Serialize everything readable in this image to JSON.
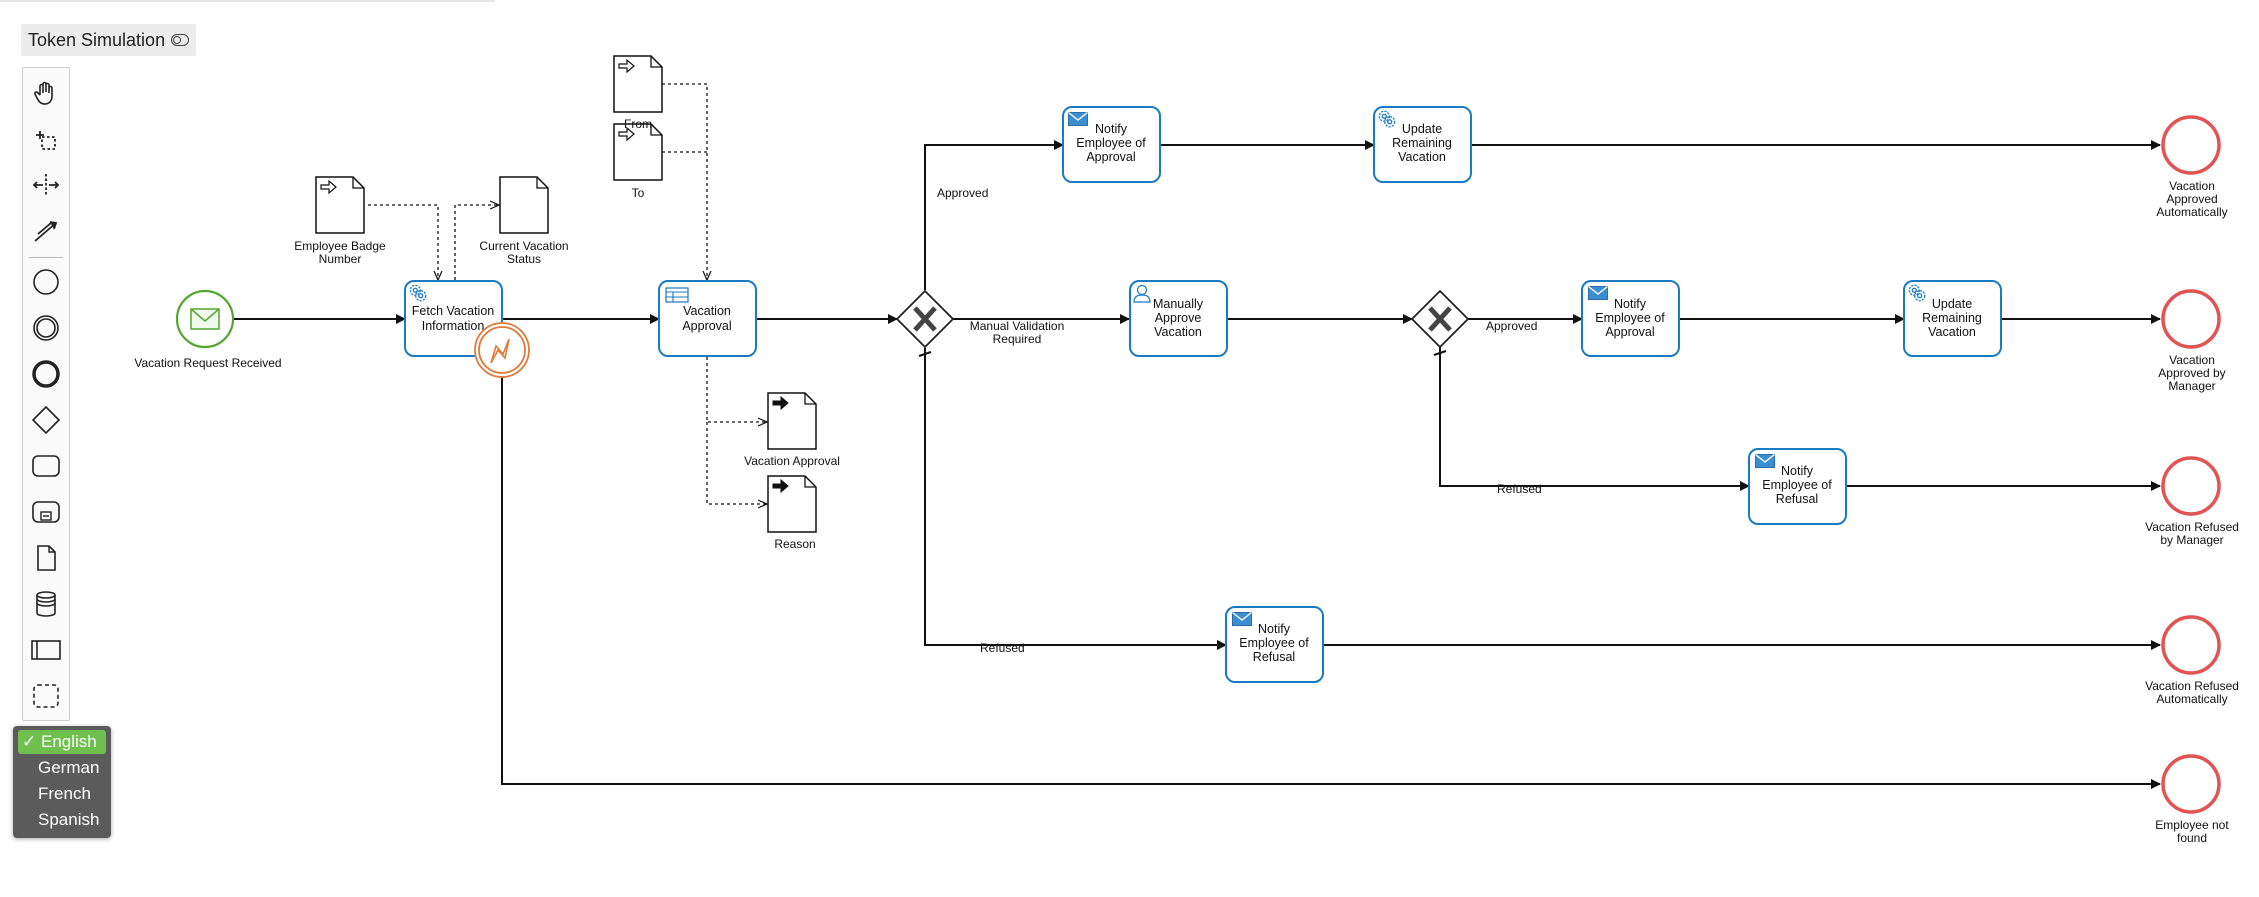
{
  "toolbar": {
    "token_simulation_label": "Token Simulation"
  },
  "palette": {
    "tools": [
      "hand-tool",
      "lasso-tool",
      "space-tool",
      "connect-tool",
      "start-event",
      "intermediate-event",
      "end-event",
      "gateway",
      "task",
      "subprocess",
      "data-object",
      "data-store",
      "pool",
      "group"
    ]
  },
  "language_menu": {
    "selected_mark": "✓",
    "options": [
      "English",
      "German",
      "French",
      "Spanish"
    ],
    "selected": "English"
  },
  "diagram": {
    "start_event": "Vacation Request Received",
    "tasks": {
      "fetch": "Fetch Vacation Information",
      "vacation_approval": "Vacation Approval",
      "notify_approval_auto": "Notify Employee of Approval",
      "update_auto": "Update Remaining Vacation",
      "manual_approve": "Manually Approve Vacation",
      "notify_approval_mgr": "Notify Employee of Approval",
      "update_mgr": "Update Remaining Vacation",
      "notify_refusal_mgr": "Notify Employee of Refusal",
      "notify_refusal_auto": "Notify Employee of Refusal"
    },
    "data_objects": {
      "badge": "Employee Badge Number",
      "current_status": "Current Vacation Status",
      "from": "From",
      "to": "To",
      "vacation_approval_out": "Vacation Approval",
      "reason": "Reason"
    },
    "flow_labels": {
      "approved_auto": "Approved",
      "manual_validation": "Manual Validation Required",
      "refused_auto": "Refused",
      "approved_mgr": "Approved",
      "refused_mgr": "Refused"
    },
    "end_events": {
      "approved_auto": "Vacation Approved Automatically",
      "approved_mgr": "Vacation Approved by Manager",
      "refused_mgr": "Vacation Refused by Manager",
      "refused_auto": "Vacation Refused Automatically",
      "not_found": "Employee not found"
    },
    "colors": {
      "task_stroke": "#1a7ac2",
      "start_stroke": "#55a630",
      "end_stroke": "#e05454",
      "boundary_stroke": "#e07b39",
      "language_selected": "#6fbf4f"
    }
  }
}
